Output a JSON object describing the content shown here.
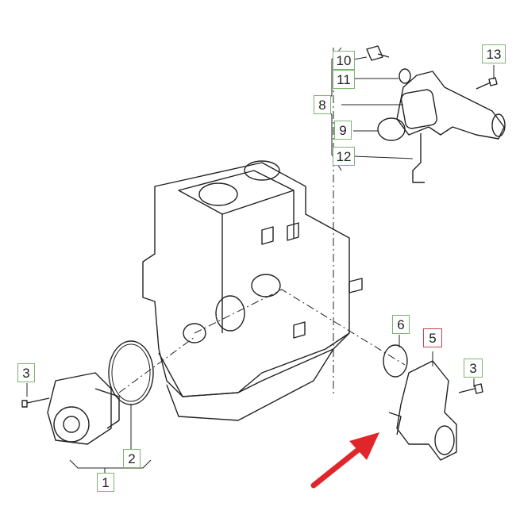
{
  "labels": {
    "l1": "1",
    "l2": "2",
    "l3a": "3",
    "l3b": "3",
    "l5": "5",
    "l6": "6",
    "l8": "8",
    "l9": "9",
    "l10": "10",
    "l11": "11",
    "l12": "12",
    "l13": "13"
  },
  "colors": {
    "label_border": "#7bb46f",
    "highlight_border": "#d0434a",
    "arrow": "#e0262b"
  }
}
